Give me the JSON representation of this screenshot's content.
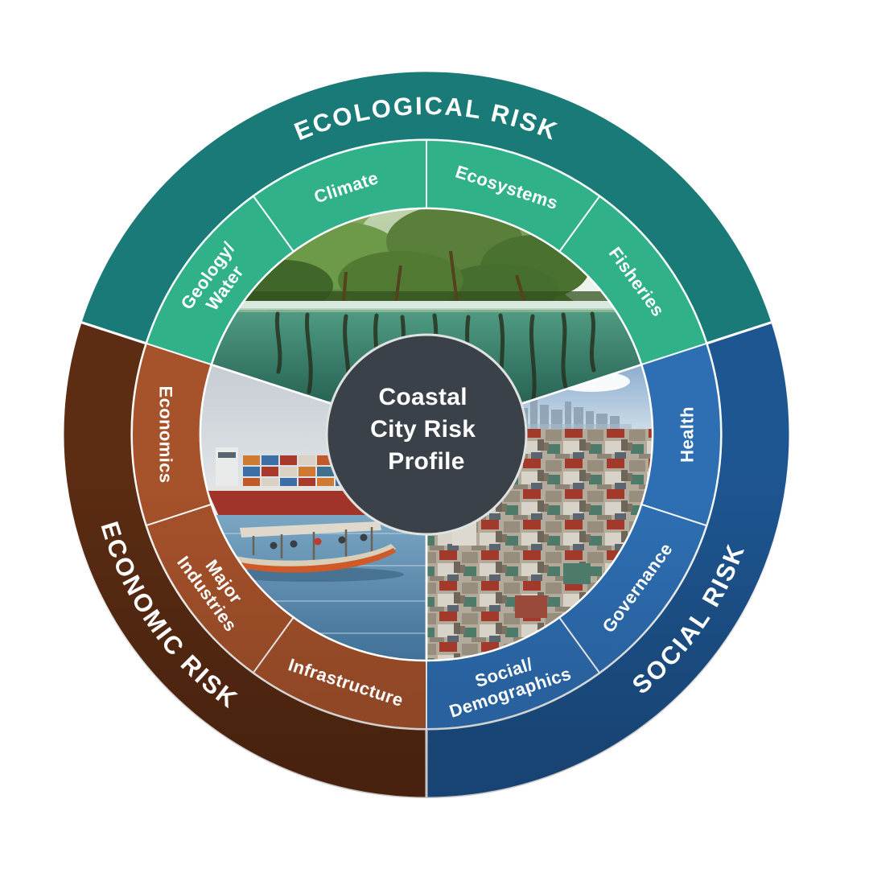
{
  "diagram": {
    "name": "Coastal City Risk Profile wheel",
    "center": {
      "lines": [
        "Coastal",
        "City Risk",
        "Profile"
      ],
      "bg_color": "#3A4149",
      "border_color": "#DFE2E0",
      "text_color": "#FFFFFF"
    },
    "divider_color": "#FFFFFF",
    "sections": [
      {
        "key": "ecological",
        "title": "ECOLOGICAL RISK",
        "ring_color": "#1A7A78",
        "segment_color": "#31B189",
        "photo": "mangrove-forest-above-and-below-water",
        "segments": [
          {
            "label": "Fisheries"
          },
          {
            "label": "Ecosystems"
          },
          {
            "label": "Climate"
          },
          {
            "label": "Geology/\nWater"
          }
        ]
      },
      {
        "key": "economic",
        "title": "ECONOMIC RISK",
        "ring_color": "#5C2C13",
        "segment_color": "#A6522B",
        "photo": "harbor-with-cargo-ship-and-boat",
        "segments": [
          {
            "label": "Economics"
          },
          {
            "label": "Major\nIndustries"
          },
          {
            "label": "Infrastructure"
          }
        ]
      },
      {
        "key": "social",
        "title": "SOCIAL RISK",
        "ring_color": "#1E5692",
        "segment_color": "#2E6FB4",
        "photo": "aerial-view-dense-coastal-city",
        "segments": [
          {
            "label": "Social/\nDemographics"
          },
          {
            "label": "Governance"
          },
          {
            "label": "Health"
          }
        ]
      }
    ]
  }
}
